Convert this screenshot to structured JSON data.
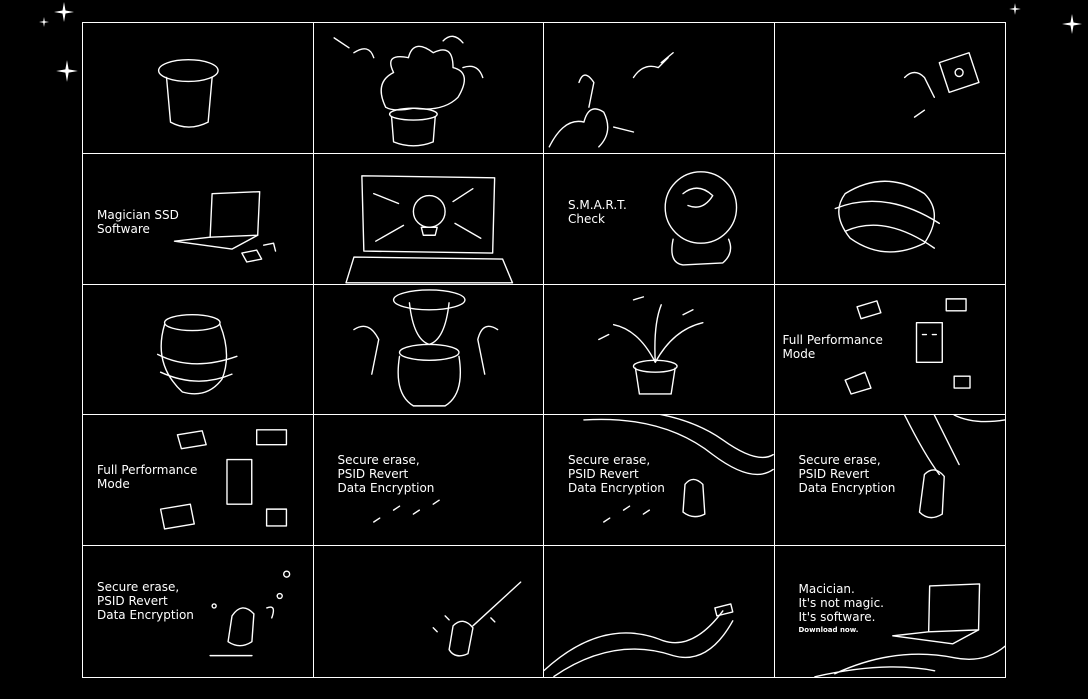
{
  "panels": {
    "r2c1": {
      "caption": "Magician SSD\nSoftware"
    },
    "r2c3": {
      "caption": "S.M.A.R.T.\nCheck"
    },
    "r3c4": {
      "caption": "Full Performance\nMode"
    },
    "r4c1": {
      "caption": "Full Performance\nMode"
    },
    "r4c2": {
      "caption": "Secure erase,\nPSID Revert\nData Encryption"
    },
    "r4c3": {
      "caption": "Secure erase,\nPSID Revert\nData Encryption"
    },
    "r4c4": {
      "caption": "Secure erase,\nPSID Revert\nData Encryption"
    },
    "r5c1": {
      "caption": "Secure erase,\nPSID Revert\nData Encryption"
    },
    "r5c4": {
      "caption": "Macician.\nIt's not magic.\nIt's software.",
      "cta": "Download now."
    }
  },
  "icons": [
    "sparkle-icon",
    "magic-hat-icon",
    "rabbit-icon",
    "laptop-icon",
    "crystal-ball-icon",
    "cauldron-icon",
    "wizard-icon",
    "cat-icon",
    "space-invader-icon",
    "binary-ribbon-icon",
    "magic-wand-icon",
    "ssd-icon"
  ],
  "colors": {
    "background": "#000000",
    "line": "#ffffff"
  }
}
